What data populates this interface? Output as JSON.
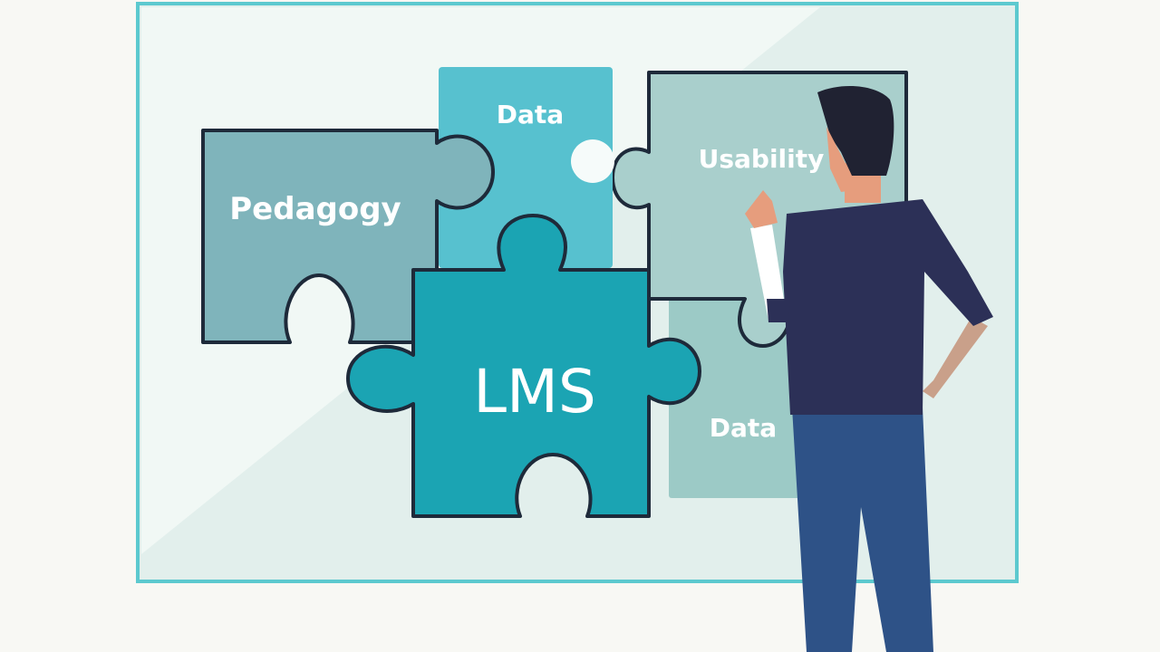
{
  "colors": {
    "background": "#f8f8f4",
    "board_fill": "#e2efec",
    "board_border": "#5cc9cf",
    "piece_pedagogy": "#7fb4bb",
    "piece_data_top": "#57c1cf",
    "piece_usability": "#a9cfcc",
    "piece_data_bottom": "#9ccac6",
    "piece_lms": "#1ba4b3",
    "outline": "#1e2a3a",
    "shirt": "#2c3057",
    "pants": "#2e5287",
    "hair": "#202232",
    "skin": "#e69d7d"
  },
  "pieces": {
    "pedagogy": "Pedagogy",
    "data_top": "Data",
    "usability": "Usability",
    "data_bottom": "Data",
    "lms": "LMS"
  }
}
